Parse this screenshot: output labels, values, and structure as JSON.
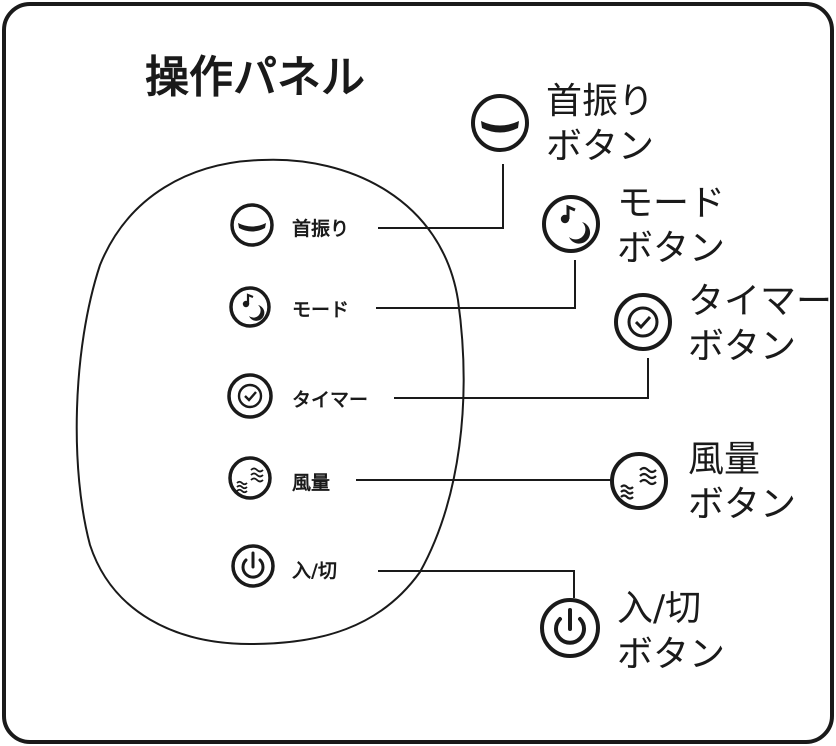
{
  "title": "操作パネル",
  "panel_buttons": [
    {
      "key": "swing",
      "icon": "swing-icon",
      "label": "首振り"
    },
    {
      "key": "mode",
      "icon": "mode-icon",
      "label": "モード"
    },
    {
      "key": "timer",
      "icon": "timer-icon",
      "label": "タイマー"
    },
    {
      "key": "wind",
      "icon": "wind-volume-icon",
      "label": "風量"
    },
    {
      "key": "power",
      "icon": "power-icon",
      "label": "入/切"
    }
  ],
  "callouts": {
    "swing": {
      "line1": "首振り",
      "line2": "ボタン"
    },
    "mode": {
      "line1": "モード",
      "line2": "ボタン"
    },
    "timer": {
      "line1": "タイマー",
      "line2": "ボタン"
    },
    "wind": {
      "line1": "風量",
      "line2": "ボタン"
    },
    "power": {
      "line1": "入/切",
      "line2": "ボタン"
    }
  },
  "colors": {
    "ink": "#1a1a1a",
    "background": "#ffffff"
  }
}
